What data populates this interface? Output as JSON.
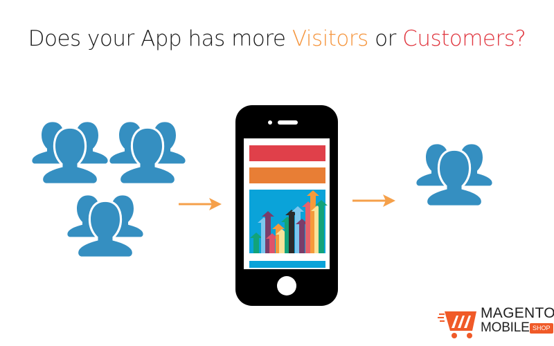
{
  "headline": {
    "part1": "Does your App has more ",
    "visitors": "Visitors",
    "middle": " or ",
    "customers": "Customers?"
  },
  "colors": {
    "people": "#358fc1",
    "arrow": "#f5a04a",
    "phone_body": "#000000",
    "screen_red": "#e0404a",
    "screen_orange": "#e87e35",
    "screen_blue": "#0aa3d9",
    "visitors_text": "#f5953d",
    "customers_text": "#e0363f",
    "logo_orange": "#f05a28"
  },
  "groups": {
    "visitors_label": "visitor groups",
    "visitor_group_count": 3,
    "customers_label": "customer group",
    "customer_group_count": 1
  },
  "logo": {
    "line1": "MAGENTO",
    "line2": "MOBILE",
    "badge": "SHOP"
  }
}
